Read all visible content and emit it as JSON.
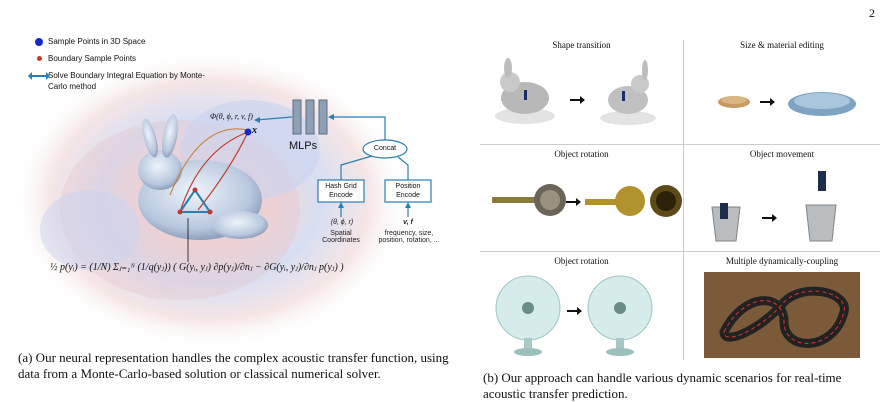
{
  "page_number": "2",
  "figure_a": {
    "legend": [
      {
        "icon": "blue-dot-icon",
        "text": "Sample Points in 3D Space"
      },
      {
        "icon": "red-dot-icon",
        "text": "Boundary Sample Points"
      },
      {
        "icon": "double-arrow-icon",
        "text": "Solve Boundary Integral Equation by Monte-Carlo method"
      }
    ],
    "phi_label": "Φ(θ, ϕ, r, v, f)",
    "x_label": "x",
    "mlps_label": "MLPs",
    "concat_label": "Concat",
    "hash_grid_label": "Hash Grid Encode",
    "position_encode_label": "Position Encode",
    "spatial_vars": "(θ, ϕ, r)",
    "spatial_label": "Spatial Coordinates",
    "other_vars": "v, f",
    "other_label": "frequency, size, position, rotation, ...",
    "formula": "½ p(yᵢ) = (1/N) Σⱼ₌₁ᴺ (1/q(yⱼ)) ( G(yᵢ, yⱼ) ∂p(yⱼ)/∂nⱼ − ∂G(yᵢ, yⱼ)/∂nⱼ p(yⱼ) )",
    "caption": "(a) Our neural representation handles the complex acoustic transfer function, using data from a Monte-Carlo-based solution or classical numerical solver.",
    "colors": {
      "accent": "#2a7fb0",
      "sample_point": "#1428c8",
      "boundary_point": "#c0392b"
    }
  },
  "figure_b": {
    "cells": [
      {
        "title": "Shape transition"
      },
      {
        "title": "Size & material editing"
      },
      {
        "title": "Object rotation"
      },
      {
        "title": "Object movement"
      },
      {
        "title": "Object rotation"
      },
      {
        "title": "Multiple dynamically-coupling"
      }
    ],
    "caption": "(b) Our approach can handle various dynamic scenarios for real-time acoustic transfer prediction."
  }
}
